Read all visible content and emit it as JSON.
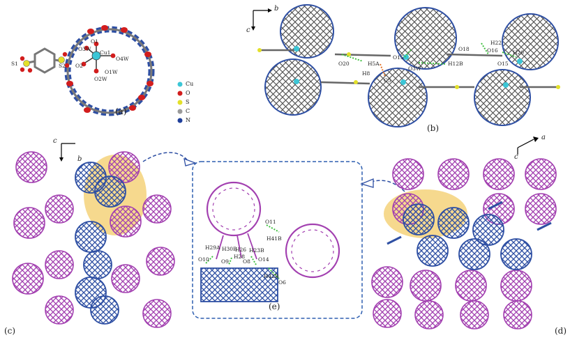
{
  "panels": {
    "a": {
      "letter": "(a)"
    },
    "b": {
      "letter": "(b)"
    },
    "c": {
      "letter": "(c)"
    },
    "d": {
      "letter": "(d)"
    },
    "e": {
      "letter": "(e)"
    }
  },
  "legend_a": {
    "items": [
      {
        "label": "Cu",
        "color": "#3cc6d6"
      },
      {
        "label": "O",
        "color": "#d21d1d"
      },
      {
        "label": "S",
        "color": "#e3e02a"
      },
      {
        "label": "C",
        "color": "#9a9a9a"
      },
      {
        "label": "N",
        "color": "#1f3f9a"
      }
    ]
  },
  "atom_labels_a": [
    "S1",
    "S2",
    "O1",
    "O3W",
    "Cu1",
    "O4W",
    "O2",
    "O1W",
    "O2W"
  ],
  "atom_labels_b": [
    "O20",
    "H5A",
    "H8",
    "C5",
    "O15",
    "O3W",
    "H12B",
    "O18",
    "H22",
    "O16",
    "H20",
    "O15"
  ],
  "atom_labels_e": [
    "O11",
    "H41B",
    "H29A",
    "H30B",
    "H26",
    "H23B",
    "O10",
    "O9",
    "H28",
    "O8",
    "O14",
    "H42B",
    "O6"
  ],
  "axes": {
    "b_panel": {
      "horizontal": "b",
      "vertical": "c"
    },
    "c_panel": {
      "horizontal": "c",
      "vertical": "b"
    },
    "d_panel": {
      "horizontal": "a",
      "vertical": "c"
    }
  },
  "colors": {
    "magenta": "#a23fb0",
    "blue": "#2e4fa3",
    "highlight": "#f6d98e",
    "hbond": "#3fbf3f",
    "inset_border": "#2e5fb0"
  }
}
